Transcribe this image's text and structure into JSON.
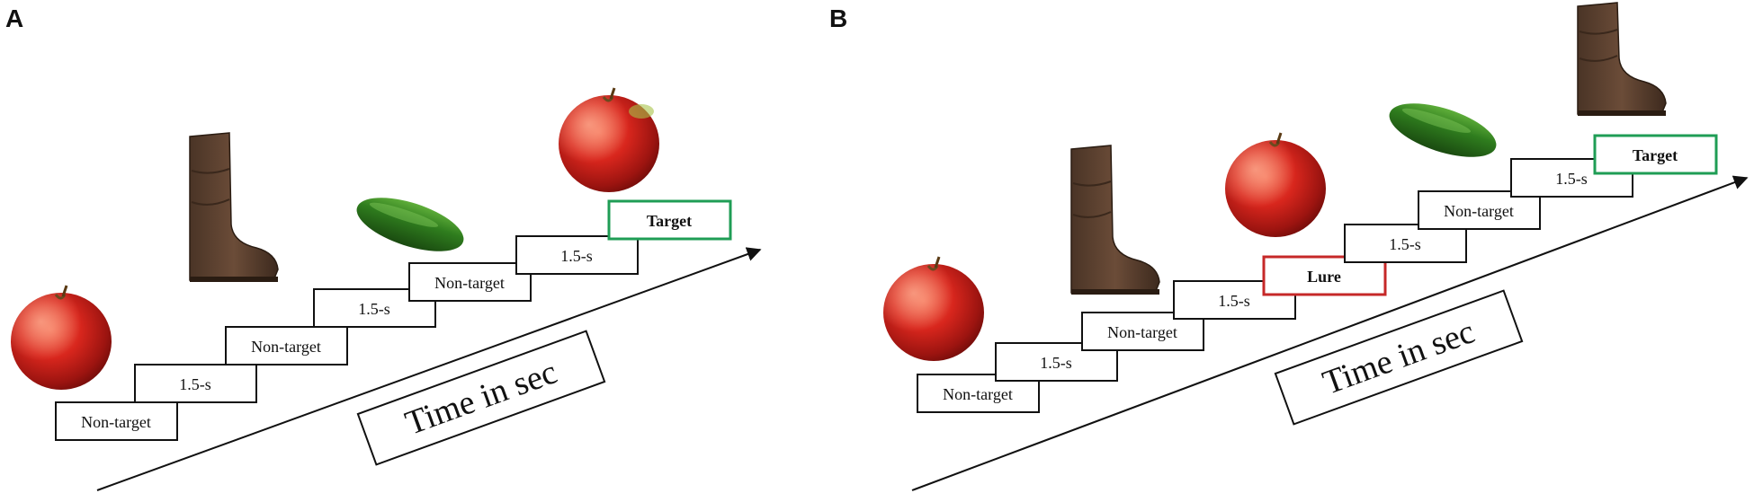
{
  "panel_a": {
    "letter": "A",
    "steps": [
      "Non-target",
      "1.5-s",
      "Non-target",
      "1.5-s",
      "Non-target",
      "1.5-s",
      "Target"
    ],
    "time_label": "Time in sec",
    "stimuli": [
      "apple",
      "boot",
      "cucumber",
      "apple"
    ]
  },
  "panel_b": {
    "letter": "B",
    "steps": [
      "Non-target",
      "1.5-s",
      "Non-target",
      "1.5-s",
      "Lure",
      "1.5-s",
      "Non-target",
      "1.5-s",
      "Target"
    ],
    "time_label": "Time in sec",
    "stimuli": [
      "apple",
      "boot",
      "apple",
      "cucumber",
      "boot"
    ]
  },
  "colors": {
    "target_border": "#1f9d55",
    "lure_border": "#c62828",
    "box_border": "#111111",
    "arrow": "#111111"
  }
}
